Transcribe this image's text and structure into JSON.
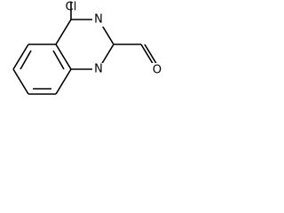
{
  "molecule": {
    "atoms": {
      "chlorine": "Cl",
      "nitrogen_top": "N",
      "nitrogen_bottom": "N",
      "oxygen": "O"
    }
  }
}
